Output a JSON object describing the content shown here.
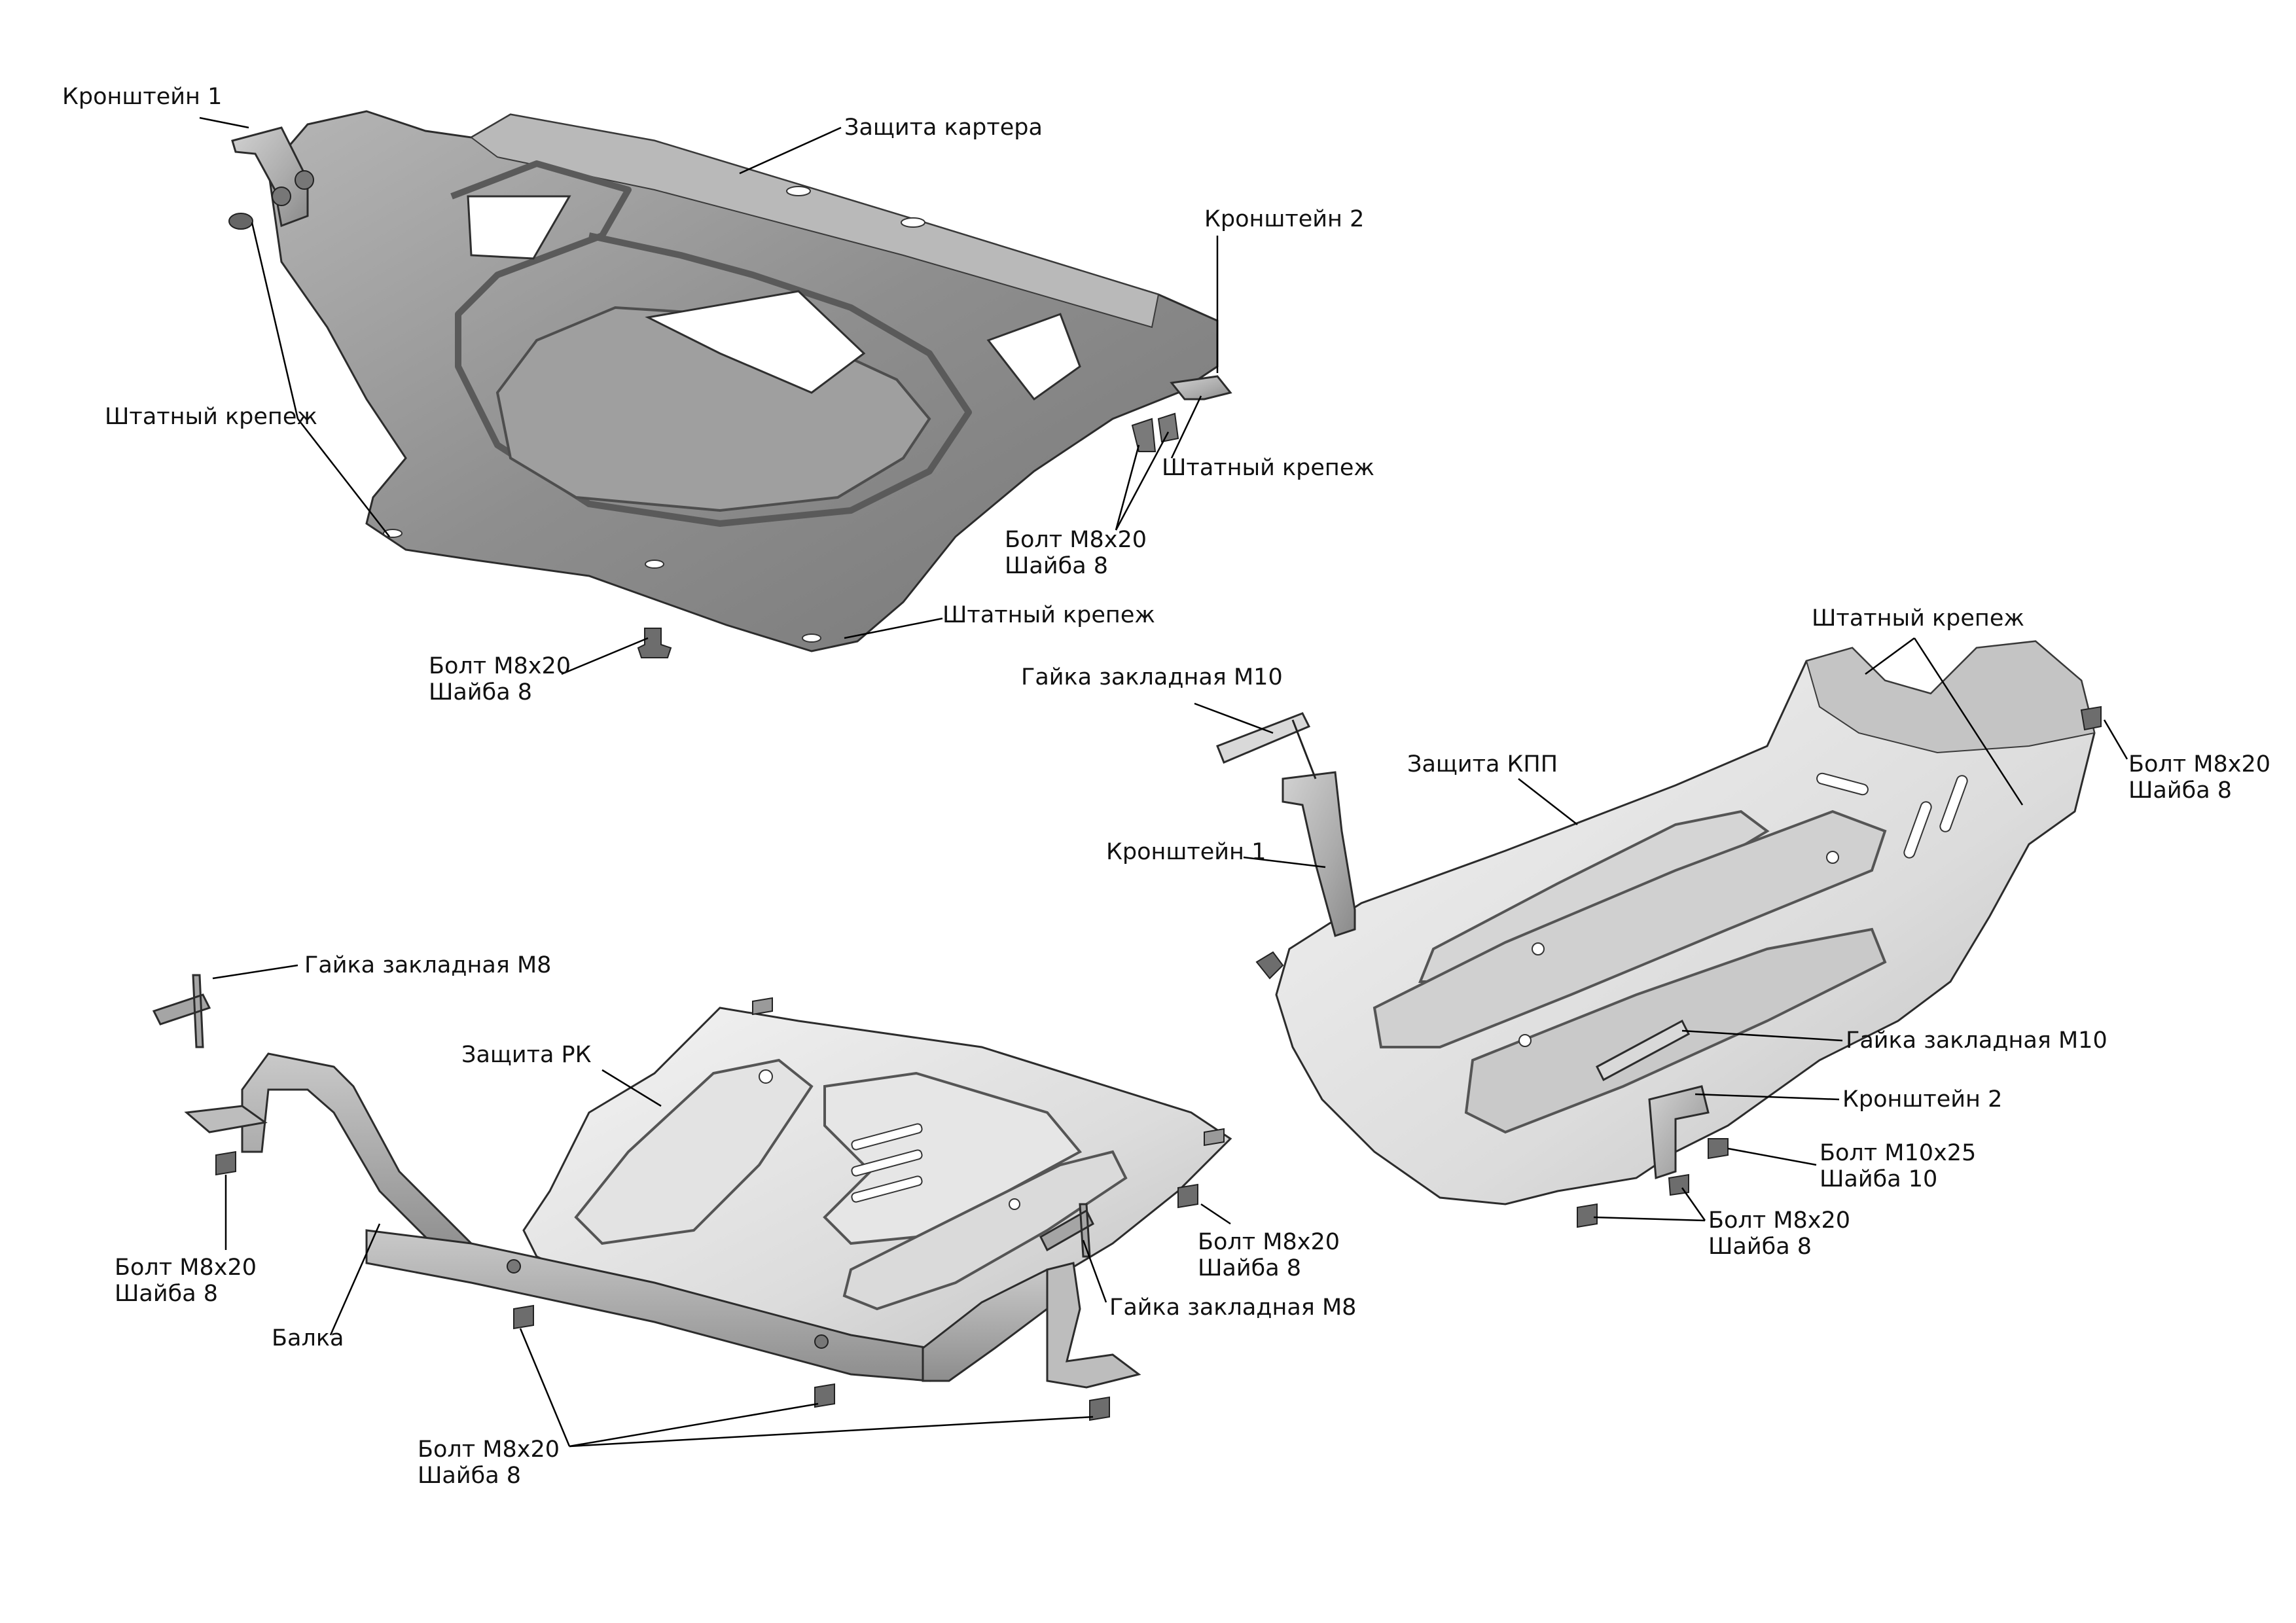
{
  "colors": {
    "ink": "#111111",
    "metal_dark": "#8c8c8c",
    "metal_mid": "#a9a9a9",
    "metal_light": "#d6d6d6",
    "metal_pale": "#ececec",
    "leader": "#000000"
  },
  "crankcase": {
    "bracket1": "Кронштейн 1",
    "shield": "Защита картера",
    "bracket2": "Кронштейн 2",
    "fastener_left": "Штатный крепеж",
    "fastener_right": "Штатный крепеж",
    "bolt_right_1": "Болт М8х20",
    "bolt_right_2": "Шайба 8",
    "fastener_bottom": "Штатный крепеж",
    "bolt_bottom_1": "Болт М8х20",
    "bolt_bottom_2": "Шайба 8"
  },
  "gearbox": {
    "fastener_top": "Штатный крепеж",
    "nut_m10_top": "Гайка закладная М10",
    "bolt_right_1": "Болт М8х20",
    "bolt_right_2": "Шайба 8",
    "shield": "Защита КПП",
    "bracket1": "Кронштейн 1",
    "nut_m10_bottom": "Гайка закладная М10",
    "bracket2": "Кронштейн 2",
    "bolt_m10_1": "Болт М10х25",
    "bolt_m10_2": "Шайба 10",
    "bolt_bottom_1": "Болт М8х20",
    "bolt_bottom_2": "Шайба 8"
  },
  "transfer": {
    "nut_m8_top": "Гайка закладная М8",
    "shield": "Защита РК",
    "bolt_left_1": "Болт М8х20",
    "bolt_left_2": "Шайба 8",
    "beam": "Балка",
    "bolt_right_1": "Болт М8х20",
    "bolt_right_2": "Шайба 8",
    "nut_m8_right": "Гайка закладная М8",
    "bolt_bottom_1": "Болт М8х20",
    "bolt_bottom_2": "Шайба 8"
  }
}
